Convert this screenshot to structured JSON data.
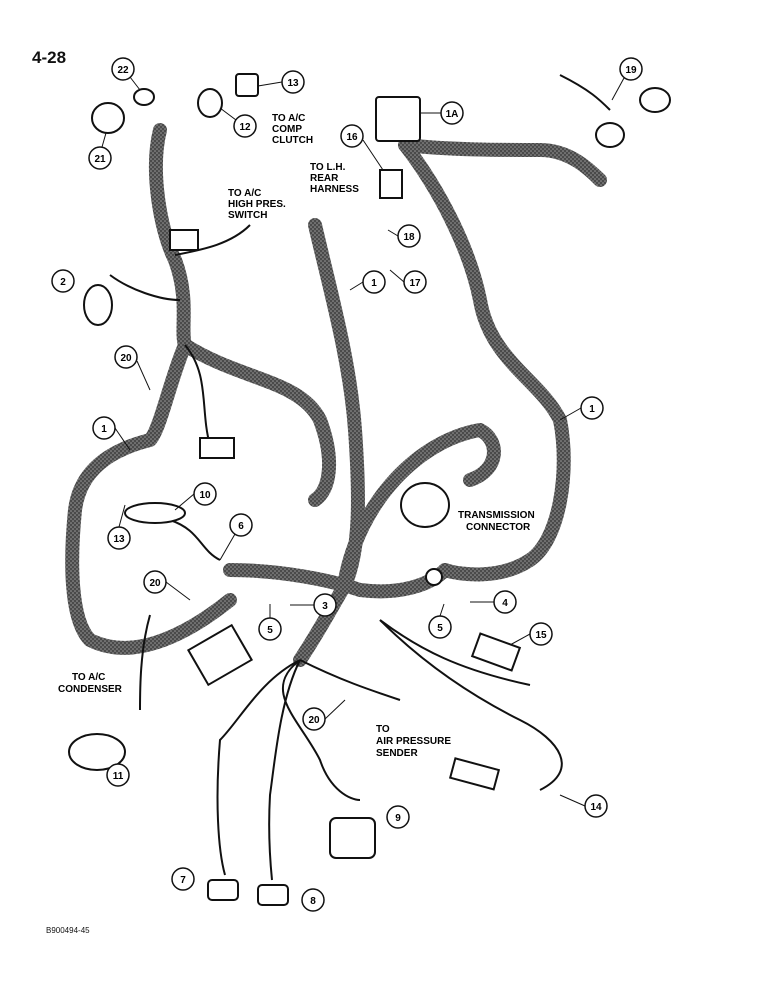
{
  "page_number": "4-28",
  "document_code": "B900494-45",
  "notes": {
    "ac_comp_clutch": [
      "TO A/C",
      "COMP",
      "CLUTCH"
    ],
    "ac_high_pres_switch": [
      "TO A/C",
      "HIGH PRES.",
      "SWITCH"
    ],
    "lh_rear_harness": [
      "TO L.H.",
      "REAR",
      "HARNESS"
    ],
    "transmission_connector": [
      "TRANSMISSION",
      "CONNECTOR"
    ],
    "ac_condenser": [
      "TO A/C",
      "CONDENSER"
    ],
    "air_pressure_sender": [
      "TO",
      "AIR PRESSURE",
      "SENDER"
    ]
  },
  "callouts": [
    "22",
    "13",
    "12",
    "21",
    "19",
    "1A",
    "16",
    "18",
    "17",
    "2",
    "1",
    "20",
    "1",
    "10",
    "13",
    "6",
    "20",
    "3",
    "5",
    "4",
    "5",
    "15",
    "11",
    "20",
    "9",
    "14",
    "7",
    "8",
    "1"
  ]
}
